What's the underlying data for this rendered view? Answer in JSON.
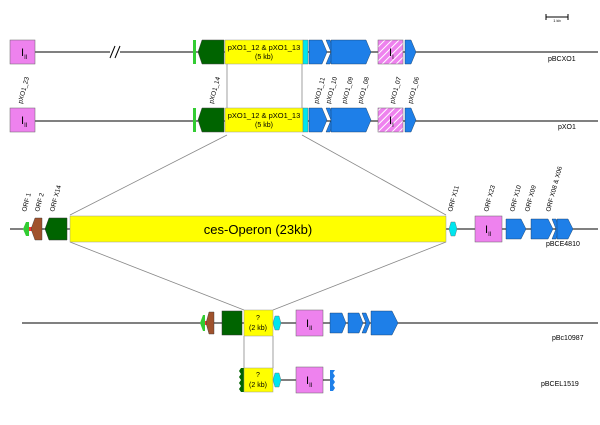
{
  "scale_bar_label": "1 kb",
  "tracks": {
    "pbcxo1": {
      "name": "pBCXO1",
      "is_box": "I",
      "is_sub": "II",
      "hatched_box": "I",
      "hatched_sub": "I",
      "yellow_l1": "pXO1_12 & pXO1_13",
      "yellow_l2": "(5 kb)"
    },
    "pxo1": {
      "name": "pXO1",
      "is_box": "I",
      "is_sub": "II",
      "hatched_box": "I",
      "hatched_sub": "I",
      "yellow_l1": "pXO1_12 & pXO1_13",
      "yellow_l2": "(5 kb)"
    },
    "pbce4810": {
      "name": "pBCE4810",
      "operon": "ces-Operon (23kb)",
      "is_box": "I",
      "is_sub": "II"
    },
    "pbc10987": {
      "name": "pBc10987",
      "yellow_l1": "?",
      "yellow_l2": "(2 kb)",
      "is_box": "I",
      "is_sub": "II"
    },
    "pbcel1519": {
      "name": "pBCEL1519",
      "yellow_l1": "?",
      "yellow_l2": "(2 kb)",
      "is_box": "I",
      "is_sub": "II"
    }
  },
  "gene_labels_pxo1": [
    "pXO1_23",
    "pXO1_14",
    "pXO1_11",
    "pXO1_10",
    "pXO1_09",
    "pXO1_08",
    "pXO1_07",
    "pXO1_06"
  ],
  "gene_labels_pbce4810_left": [
    "ORF 1",
    "ORF 2",
    "ORF X14"
  ],
  "gene_labels_pbce4810_right": [
    "ORF X11",
    "ORF X23",
    "ORF X10",
    "ORF X09",
    "ORF X08 & X06"
  ],
  "colors": {
    "is_element": "#ee82ee",
    "ces_operon": "#ffff00",
    "dark_green": "#006400",
    "light_green": "#33cc33",
    "cyan": "#00e5ee",
    "blue": "#1e7fe8",
    "brown": "#a0522d"
  }
}
